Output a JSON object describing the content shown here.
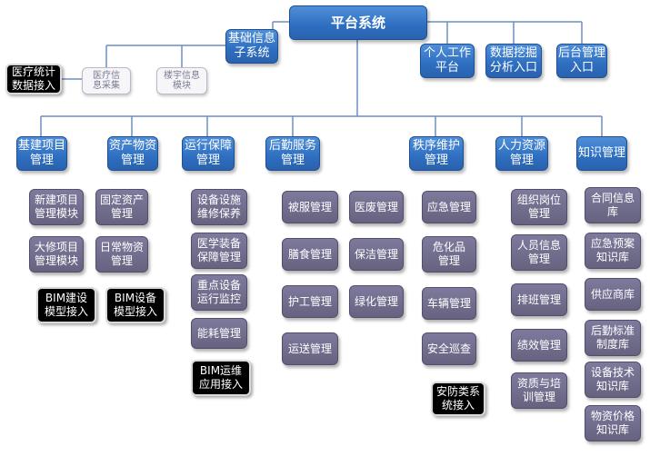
{
  "root": "平台系统",
  "top": {
    "base_info": "基础信息\n子系统",
    "personal": "个人工作\n平台",
    "data_mining": "数据挖掘\n分析入口",
    "backend": "后台管理\n入口"
  },
  "base_children": {
    "medical_collect": "医疗信\n息采集",
    "building_info": "楼宇信息\n模块"
  },
  "medical_stats": "医疗统计\n数据接入",
  "categories": {
    "infra": "基建项目\n管理",
    "assets": "资产物资\n管理",
    "operations": "运行保障\n管理",
    "logistics": "后勤服务\n管理",
    "order": "秩序维护\n管理",
    "hr": "人力资源\n管理",
    "knowledge": "知识管理"
  },
  "infra_items": [
    "新建项目\n管理模块",
    "大修项目\n管理模块"
  ],
  "infra_bim1": "BIM建设\n模型接入",
  "asset_items": [
    "固定资产\n管理",
    "日常物资\n管理"
  ],
  "asset_bim": "BIM设备\n模型接入",
  "ops_items": [
    "设备设施\n维修保养",
    "医学装备\n保障管理",
    "重点设备\n运行监控",
    "能耗管理"
  ],
  "ops_bim": "BIM运维\n应用接入",
  "logistics_col1": [
    "被服管理",
    "膳食管理",
    "护工管理",
    "运送管理"
  ],
  "logistics_col2": [
    "医废管理",
    "保洁管理",
    "绿化管理"
  ],
  "order_items": [
    "应急管理",
    "危化品\n管理",
    "车辆管理",
    "安全巡查"
  ],
  "order_security": "安防类系\n统接入",
  "hr_items": [
    "组织岗位\n管理",
    "人员信息\n管理",
    "排班管理",
    "绩效管理",
    "资质与培\n训管理"
  ],
  "knowledge_items": [
    "合同信息\n库",
    "应急预案\n知识库",
    "供应商库",
    "后勤标准\n制度库",
    "设备技术\n知识库",
    "物资价格\n知识库"
  ],
  "colors": {
    "primary_blue": "#2e6ec0",
    "module_gray": "#66627f",
    "external_black": "#000000",
    "connector": "#6d8fc0"
  }
}
